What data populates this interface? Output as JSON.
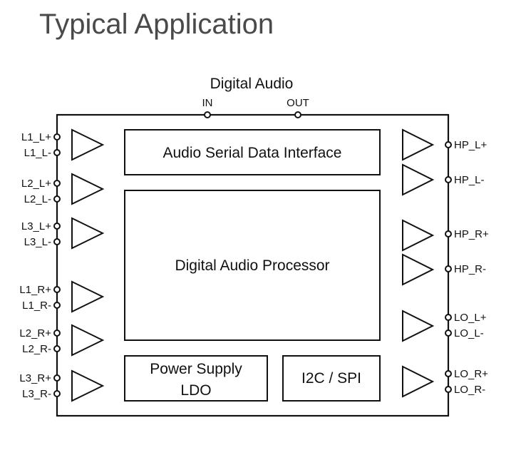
{
  "title": "Typical Application",
  "diagram": {
    "top_label": "Digital Audio",
    "top_pins": [
      "IN",
      "OUT"
    ],
    "blocks": {
      "serial_interface": "Audio Serial Data Interface",
      "processor": "Digital Audio Processor",
      "power_line1": "Power Supply",
      "power_line2": "LDO",
      "control": "I2C / SPI"
    },
    "left_pins": [
      "L1_L+",
      "L1_L-",
      "L2_L+",
      "L2_L-",
      "L3_L+",
      "L3_L-",
      "L1_R+",
      "L1_R-",
      "L2_R+",
      "L2_R-",
      "L3_R+",
      "L3_R-"
    ],
    "right_pins": [
      "HP_L+",
      "HP_L-",
      "HP_R+",
      "HP_R-",
      "LO_L+",
      "LO_L-",
      "LO_R+",
      "LO_R-"
    ]
  }
}
